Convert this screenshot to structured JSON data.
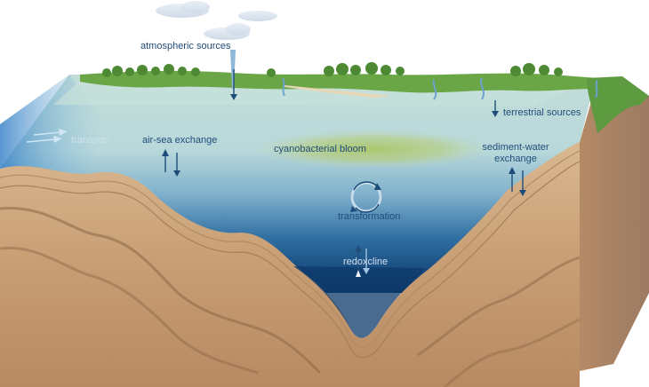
{
  "labels": {
    "atmospheric": "atmospheric sources",
    "terrestrial": "terrestrial sources",
    "transport": "transport",
    "air_sea": "air-sea exchange",
    "bloom": "cyanobacterial bloom",
    "sediment_water_line1": "sediment-water",
    "sediment_water_line2": "exchange",
    "transformation": "transformation",
    "redoxcline": "redoxcline"
  },
  "colors": {
    "surface_water": "#bfdcd6",
    "deep_water": "#0d3a6b",
    "sediment": "#c9a27a",
    "sediment_dark": "#9c7350",
    "land": "#5e9a3f",
    "label_text": "#1f4d7a",
    "arrow": "#1f4d7a"
  }
}
